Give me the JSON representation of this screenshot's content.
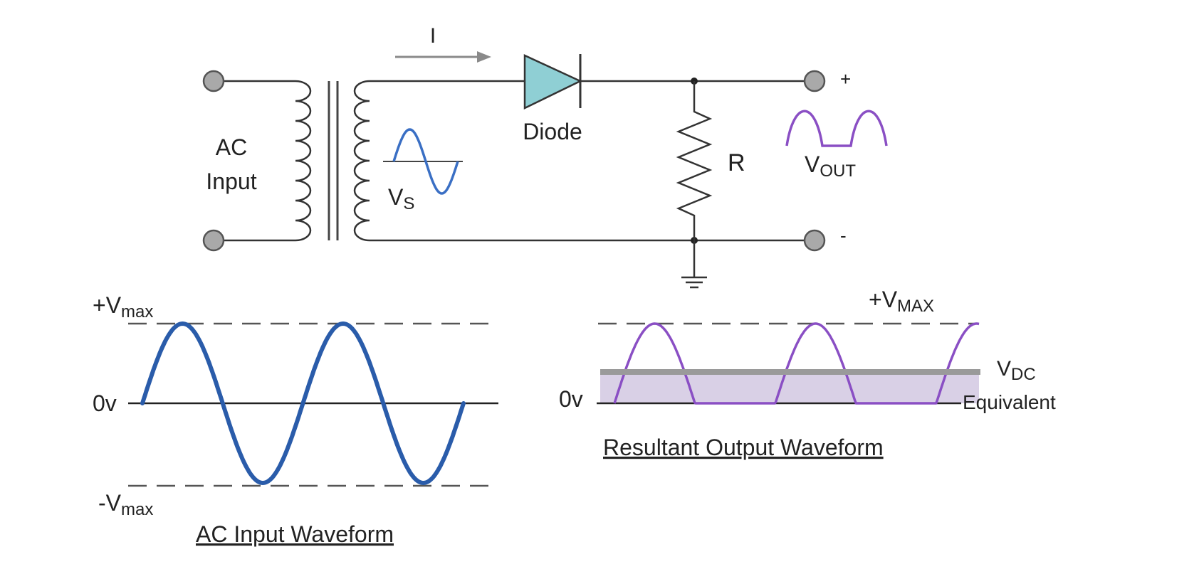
{
  "circuit": {
    "current_label": "I",
    "ac_input_label": [
      "AC",
      "Input"
    ],
    "vs_label": {
      "main": "V",
      "sub": "S"
    },
    "diode_label": "Diode",
    "resistor_label": "R",
    "vout_label": {
      "main": "V",
      "sub": "OUT"
    },
    "plus_label": "+",
    "minus_label": "-"
  },
  "input_waveform": {
    "vmax_pos": {
      "main": "+V",
      "sub": "max"
    },
    "zero_label": "0v",
    "vmax_neg": {
      "main": "-V",
      "sub": "max"
    },
    "caption": "AC Input Waveform",
    "cycles": 2
  },
  "output_waveform": {
    "vmax": {
      "main": "+V",
      "sub": "MAX"
    },
    "zero_label": "0v",
    "vdc": {
      "main": "V",
      "sub": "DC"
    },
    "equivalent_label": "Equivalent",
    "caption": "Resultant Output Waveform",
    "pulses": 3
  },
  "colors": {
    "input_wave": "#2a5caa",
    "vs_wave": "#3a6fc4",
    "output_wave": "#8a4fc4",
    "output_fill": "#d9d0e6",
    "dc_line": "#9a9a9a",
    "diode_fill": "#8fcfd4",
    "accent_blue": "#4a78c8",
    "arrow": "#8a8a8a"
  }
}
